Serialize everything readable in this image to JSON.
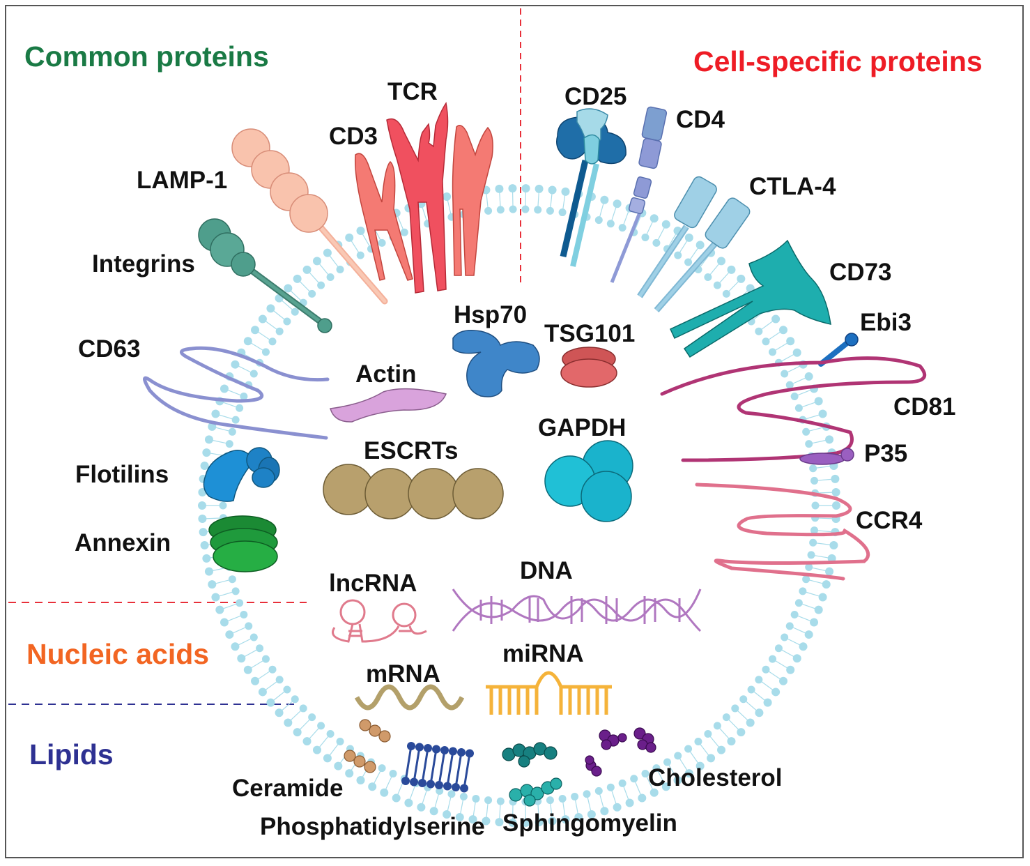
{
  "categories": {
    "common": {
      "label": "Common proteins",
      "color": "#1a7a45"
    },
    "specific": {
      "label": "Cell-specific proteins",
      "color": "#ee1c25"
    },
    "nucleic": {
      "label": "Nucleic acids",
      "color": "#f26522"
    },
    "lipids": {
      "label": "Lipids",
      "color": "#2e3192"
    }
  },
  "common_proteins": {
    "tcr": "TCR",
    "cd3": "CD3",
    "lamp1": "LAMP-1",
    "integrins": "Integrins",
    "cd63": "CD63",
    "flotilins": "Flotilins",
    "annexin": "Annexin",
    "actin": "Actin",
    "hsp70": "Hsp70",
    "tsg101": "TSG101",
    "escrts": "ESCRTs",
    "gapdh": "GAPDH"
  },
  "specific_proteins": {
    "cd25": "CD25",
    "cd4": "CD4",
    "ctla4": "CTLA-4",
    "cd73": "CD73",
    "ebi3": "Ebi3",
    "cd81": "CD81",
    "p35": "P35",
    "ccr4": "CCR4"
  },
  "nucleic_acids": {
    "lncrna": "lncRNA",
    "dna": "DNA",
    "mrna": "mRNA",
    "mirna": "miRNA"
  },
  "lipids": {
    "ceramide": "Ceramide",
    "phosphatidylserine": "Phosphatidylserine",
    "sphingomyelin": "Sphingomyelin",
    "cholesterol": "Cholesterol"
  },
  "colors": {
    "membrane": "#a8dcea",
    "tcr": "#f0505f",
    "cd3": "#f47a73",
    "lamp1": "#f9c3ad",
    "integrins": "#4f9e8c",
    "cd63": "#8a90d0",
    "flotilins": "#1e90d6",
    "annexin": "#1f9a3c",
    "actin": "#d9a3dc",
    "hsp70": "#3f86c9",
    "tsg101": "#e2686a",
    "escrts": "#b8a06d",
    "gapdh": "#1ab3cc",
    "cd25": "#1f6ea8",
    "cd4": "#8e9ad6",
    "ctla4": "#9fd0e6",
    "cd73": "#1eaeae",
    "ebi3": "#1c6fc0",
    "cd81": "#b03474",
    "p35": "#9a5fc0",
    "ccr4": "#e0708c",
    "lncrna": "#e07a8c",
    "dna": "#b077c0",
    "mrna": "#b3a06a",
    "mirna": "#f5b33a",
    "ceramide": "#d09a6a",
    "phosphatidylserine": "#2a4a9a",
    "sphingomyelin": "#178080",
    "cholesterol": "#6a1f8a"
  }
}
